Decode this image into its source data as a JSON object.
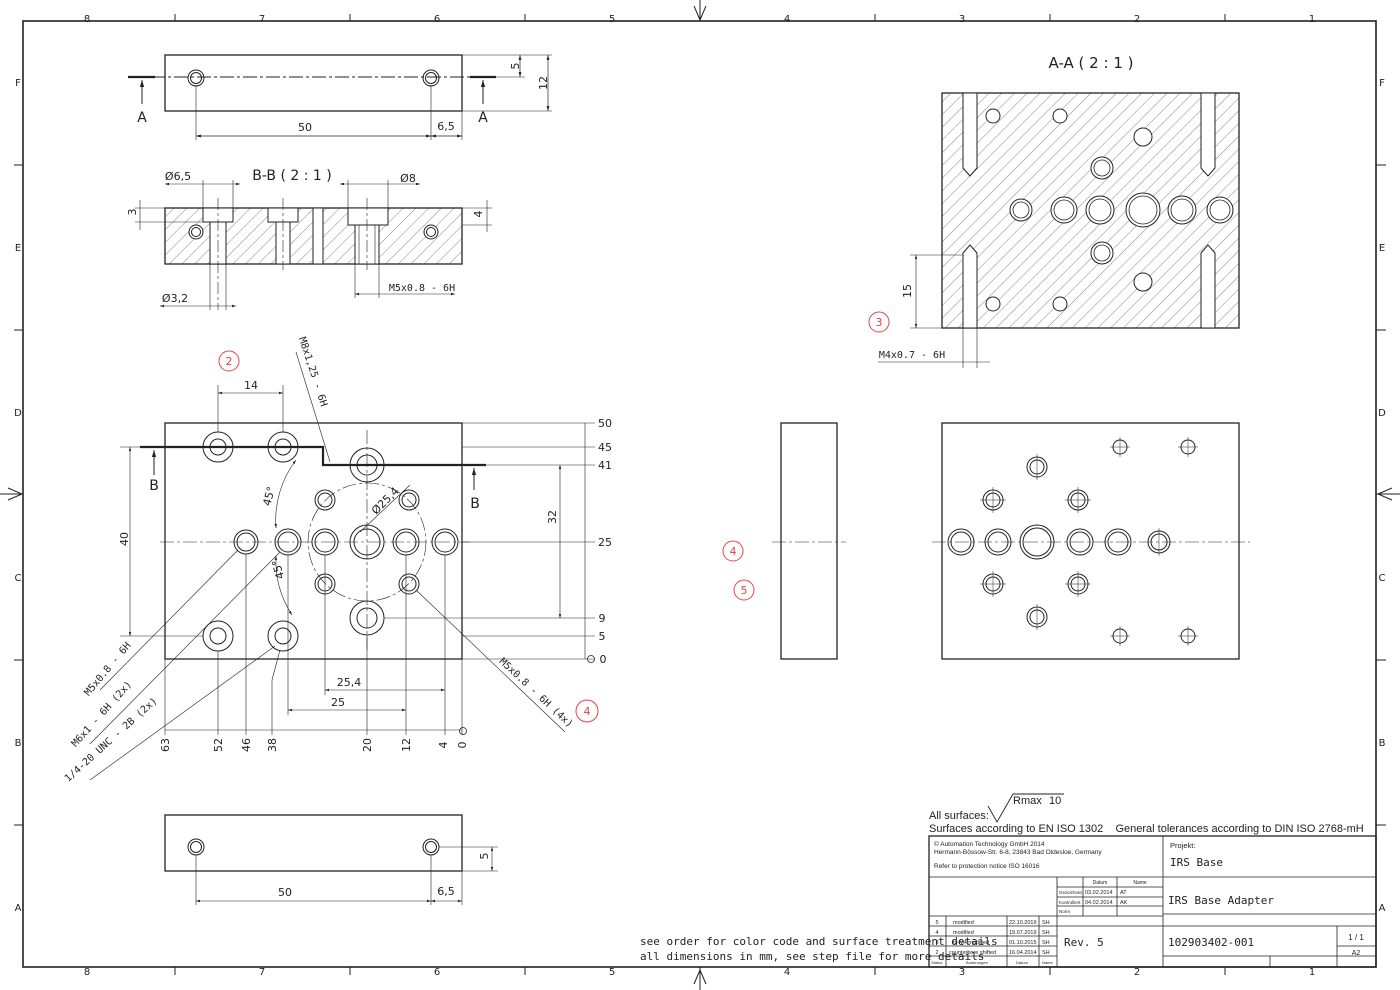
{
  "frame": {
    "cols_top": [
      "8",
      "7",
      "6",
      "5",
      "4",
      "3",
      "2",
      "1"
    ],
    "cols_bottom": [
      "8",
      "7",
      "6",
      "5",
      "4",
      "3",
      "2",
      "1"
    ],
    "rows_left": [
      "F",
      "E",
      "D",
      "C",
      "B",
      "A"
    ],
    "rows_right": [
      "F",
      "E",
      "D",
      "C",
      "B",
      "A"
    ]
  },
  "views": {
    "top_view": {
      "cut_label_left": "A",
      "cut_label_right": "A",
      "dim_50": "50",
      "dim_6_5": "6,5",
      "dim_5": "5",
      "dim_12": "12"
    },
    "section_bb": {
      "title": "B-B ( 2 : 1 )",
      "d6_5": "Ø6,5",
      "d8": "Ø8",
      "d3_2": "Ø3,2",
      "dim_3": "3",
      "dim_4": "4",
      "thread": "M5x0.8 - 6H"
    },
    "section_aa": {
      "title": "A-A ( 2 : 1 )",
      "dim_15": "15",
      "thread": "M4x0.7 - 6H"
    },
    "main_view": {
      "cut_label_left": "B",
      "cut_label_right": "B",
      "dim_14": "14",
      "dim_40": "40",
      "dim_32": "32",
      "angle_top": "45°",
      "angle_bottom": "45°",
      "dia_25_4": "Ø25,4",
      "thread_m8": "M8x1,25 - 6H",
      "y_ordinates": [
        "50",
        "45",
        "41",
        "25",
        "9",
        "5",
        "0"
      ],
      "x_ordinates": [
        "63",
        "52",
        "46",
        "38",
        "20",
        "12",
        "4",
        "0"
      ],
      "dim_25_4": "25,4",
      "dim_25": "25",
      "callout_m5": "M5x0.8 - 6H",
      "callout_m6": "M6x1 - 6H (2x)",
      "callout_unc": "1/4-20 UNC - 2B (2x)",
      "callout_m5_4x": "M5x0.8 - 6H (4x)"
    },
    "bottom_view": {
      "dim_50": "50",
      "dim_6_5": "6,5",
      "dim_5": "5"
    }
  },
  "revision_markers": [
    "2",
    "3",
    "4",
    "4",
    "5"
  ],
  "notes": {
    "line1": "see order for color code and surface treatment details",
    "line2": "all dimensions in mm, see step file for more details"
  },
  "surface": {
    "all_surfaces": "All surfaces:",
    "rmax": "Rmax",
    "rmax_value": "10",
    "standards": "Surfaces according to EN ISO 1302    General tolerances according to DIN ISO 2768-mH"
  },
  "title_block": {
    "copyright": "© Automation Technology GmbH 2014",
    "address": "Hermann-Bössow-Str. 6-8, 23843 Bad Oldesloe, Germany",
    "protection": "Refer to protection notice ISO 16016",
    "projekt_label": "Projekt:",
    "projekt": "IRS Base",
    "title": "IRS Base Adapter",
    "drawing_number": "102903402-001",
    "rev": "Rev. 5",
    "sheet": "1 / 1",
    "format": "A2",
    "hdr_datum": "Datum",
    "hdr_name": "Name",
    "gezeichnet_label": "Gezeichnet",
    "gezeichnet_date": "03.02.2014",
    "gezeichnet_name": "AT",
    "kontrolliert_label": "Kontrolliert",
    "kontrolliert_date": "04.02.2014",
    "kontrolliert_name": "AK",
    "norm_label": "Norm",
    "rev_rows": [
      {
        "status": "5",
        "change": "modified",
        "date": "22.10.2019",
        "name": "SH"
      },
      {
        "status": "4",
        "change": "modified",
        "date": "19.07.2019",
        "name": "SH"
      },
      {
        "status": "3",
        "change": "to M4 modified",
        "date": "01.10.2015",
        "name": "SH"
      },
      {
        "status": "2",
        "change": "counterbore shifted",
        "date": "16.04.2014",
        "name": "SH"
      }
    ],
    "rev_hdr_status": "Status",
    "rev_hdr_change": "Änderungen",
    "rev_hdr_date": "Datum",
    "rev_hdr_name": "Name"
  }
}
